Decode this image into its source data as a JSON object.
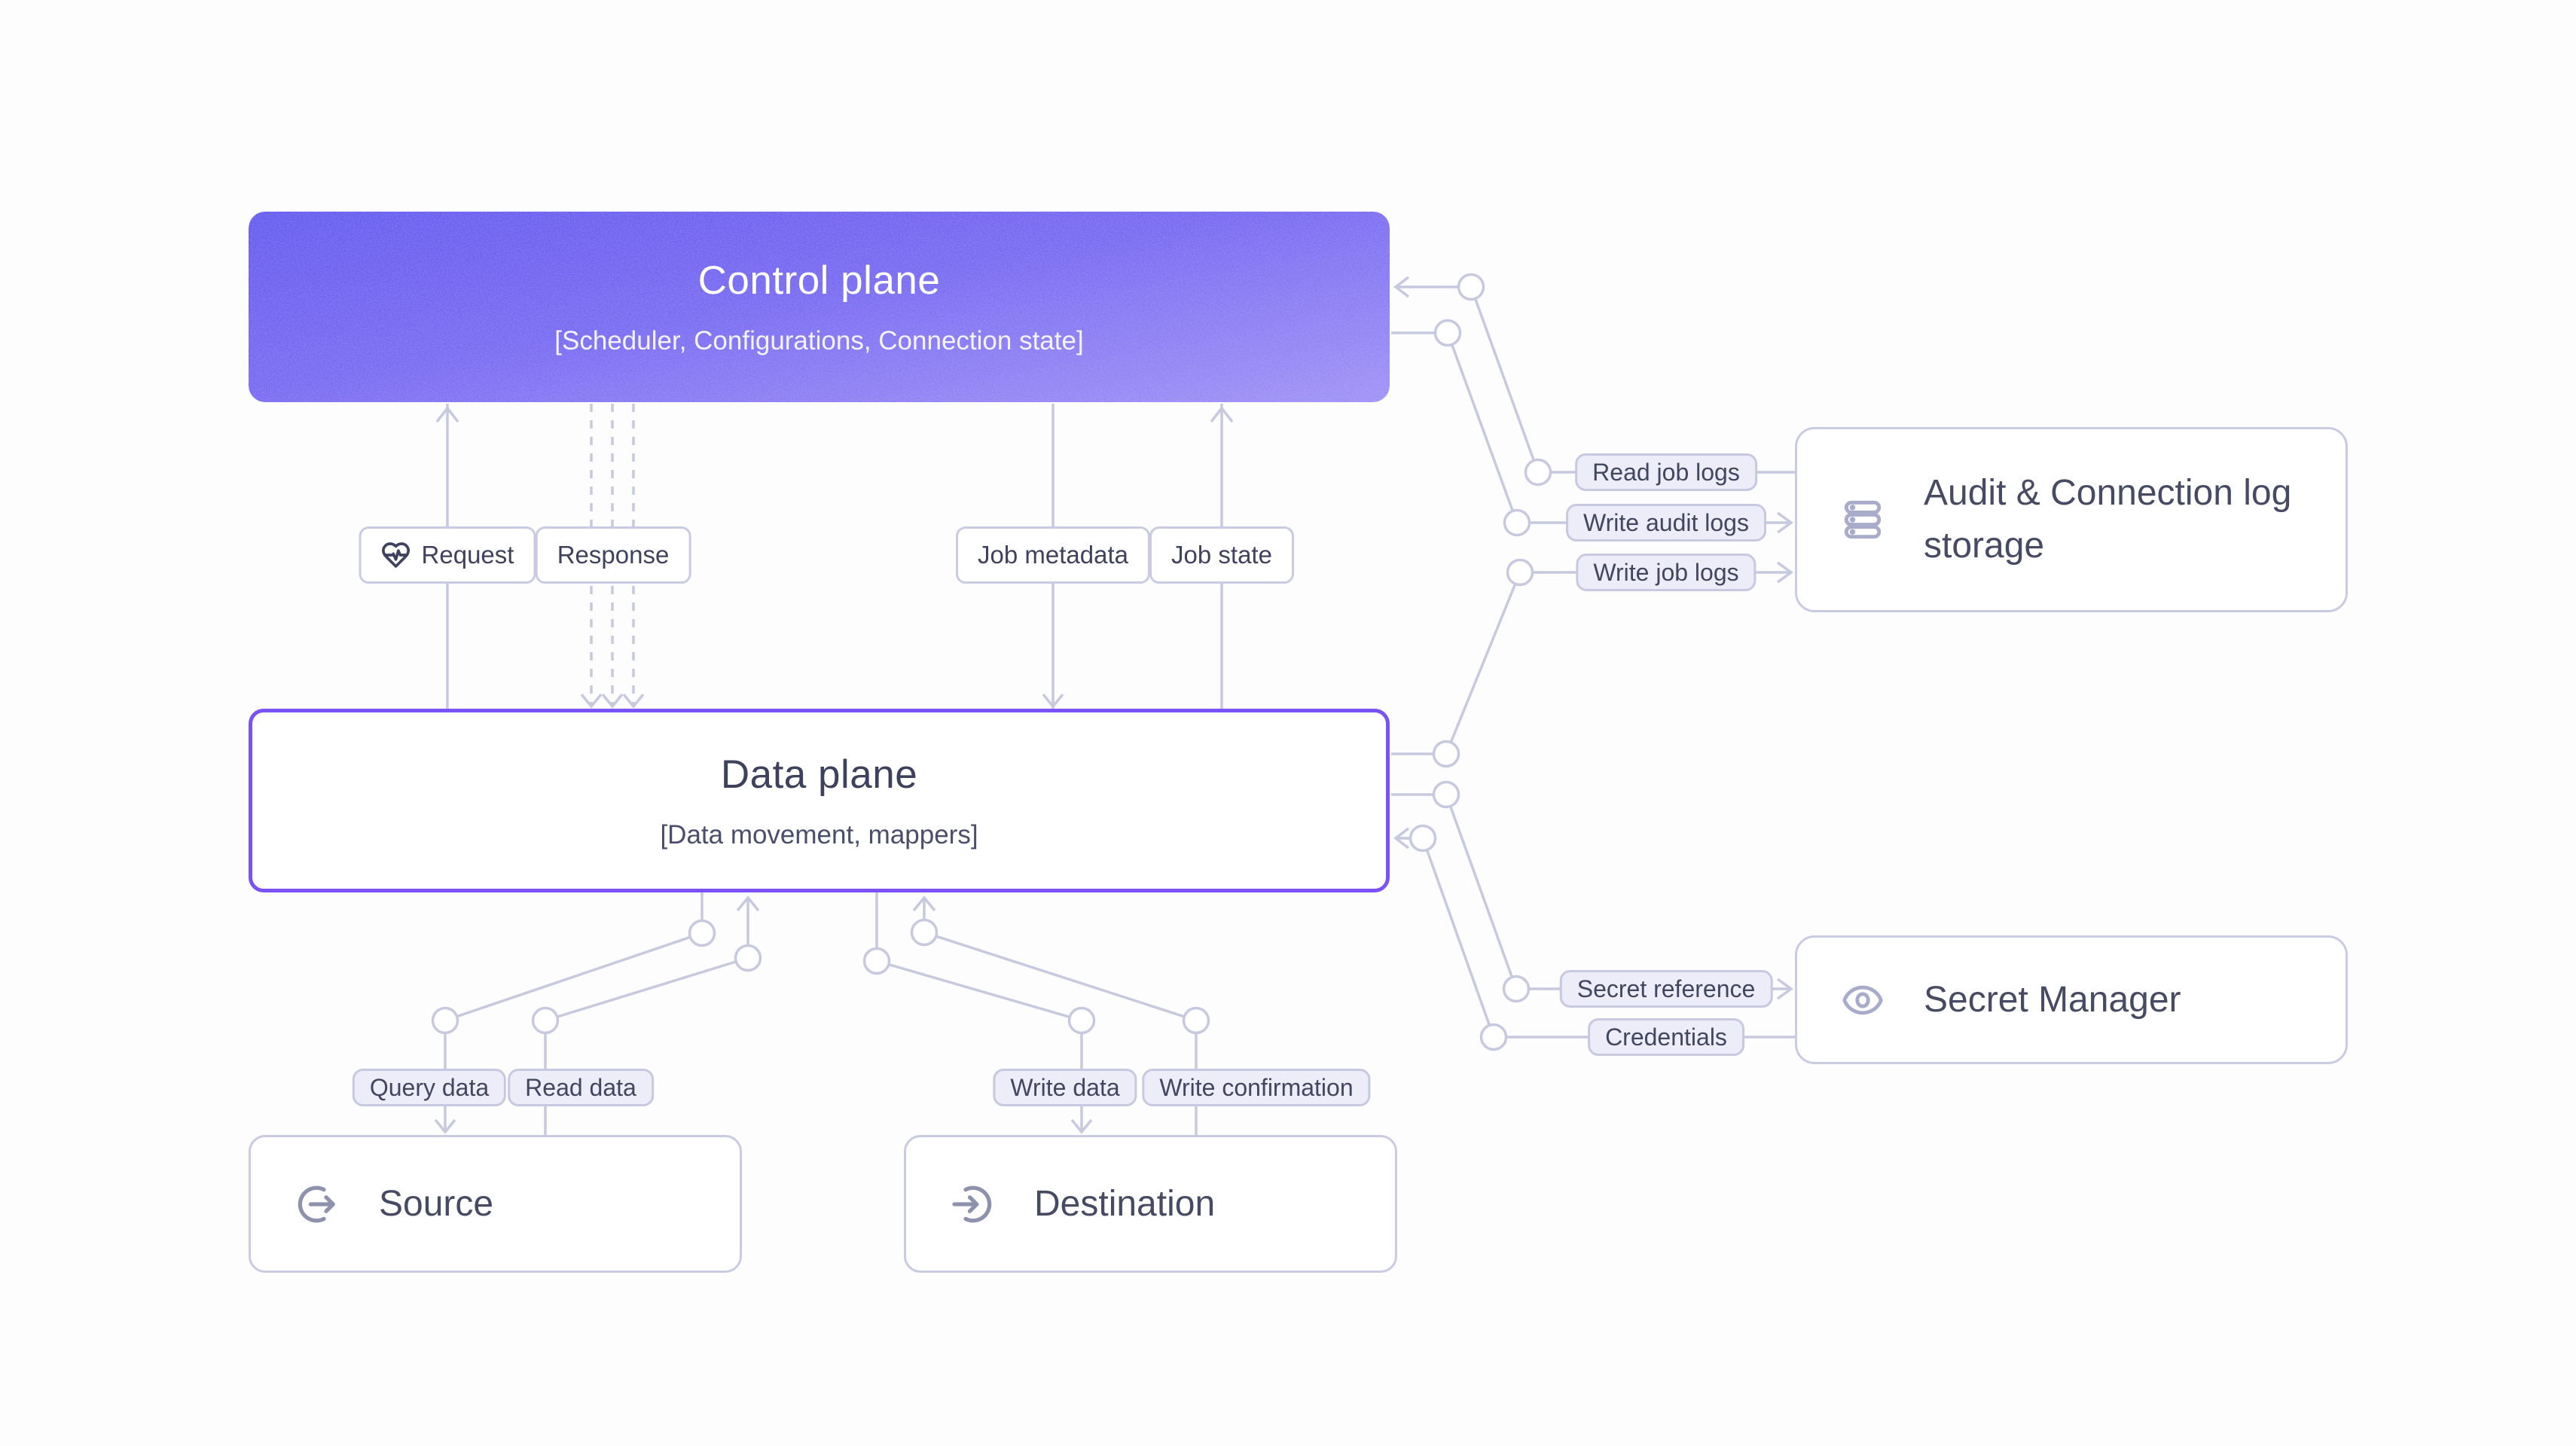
{
  "nodes": {
    "control_plane": {
      "title": "Control plane",
      "subtitle": "[Scheduler, Configurations, Connection state]"
    },
    "data_plane": {
      "title": "Data plane",
      "subtitle": "[Data movement, mappers]"
    },
    "source": {
      "label": "Source"
    },
    "destination": {
      "label": "Destination"
    },
    "audit_storage": {
      "label": "Audit & Connection log storage"
    },
    "secret_manager": {
      "label": "Secret Manager"
    }
  },
  "edge_labels": {
    "request": "Request",
    "response": "Response",
    "job_metadata": "Job metadata",
    "job_state": "Job state",
    "read_job_logs": "Read job logs",
    "write_audit_logs": "Write audit logs",
    "write_job_logs": "Write job logs",
    "secret_reference": "Secret reference",
    "credentials": "Credentials",
    "query_data": "Query data",
    "read_data": "Read data",
    "write_data": "Write data",
    "write_confirmation": "Write confirmation"
  },
  "colors": {
    "gradient_top": "#675EEF",
    "gradient_bottom": "#A295F7",
    "data_plane_border": "#7B52F5",
    "wire": "#C7C9DF",
    "tag_fill": "#ECEDF9",
    "tag_border": "#C9CBE2",
    "text_dark": "#3F425E",
    "box_text": "#474A63",
    "muted_icon": "#A9ABCB",
    "background": "#FDFDFE"
  }
}
